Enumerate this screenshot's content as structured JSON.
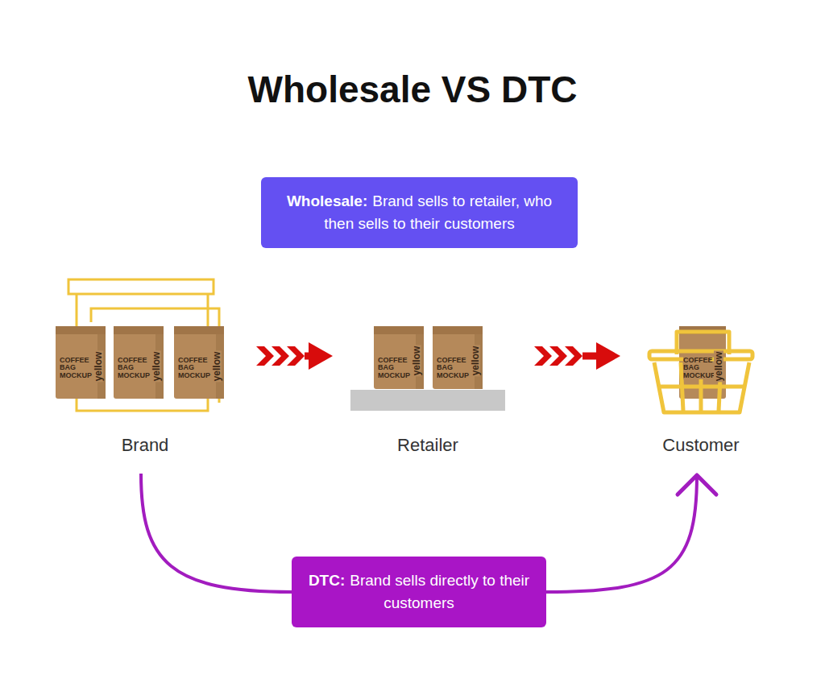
{
  "diagram": {
    "title": "Wholesale VS DTC",
    "nodes": [
      {
        "text": [
          "Wholesale:",
          "Brand sells to retailer, who then sells to their customers"
        ]
      },
      {
        "text": [
          "Brand"
        ]
      },
      {
        "text": [
          "Retailer"
        ]
      },
      {
        "text": [
          "Customer"
        ]
      },
      {
        "text": [
          "DTC:",
          "Brand sells directly to their customers"
        ]
      }
    ],
    "edges": [
      {
        "from": 1,
        "to": 2,
        "arrow": "to"
      },
      {
        "from": 2,
        "to": 3,
        "arrow": "to"
      },
      {
        "from": 1,
        "to": 4,
        "arrow": "none"
      },
      {
        "from": 4,
        "to": 3,
        "arrow": "to"
      }
    ],
    "labels": [
      "COFFEE BAG MOCKUP",
      "yellow",
      "COFFEE BAG MOCKUP",
      "yellow",
      "COFFEE BAG MOCKUP",
      "yellow",
      "COFFEE BAG MOCKUP",
      "yellow",
      "COFFEE BAG MOCKUP",
      "yellow",
      "COFFEE BAG MOCKUP",
      "yellow"
    ]
  }
}
